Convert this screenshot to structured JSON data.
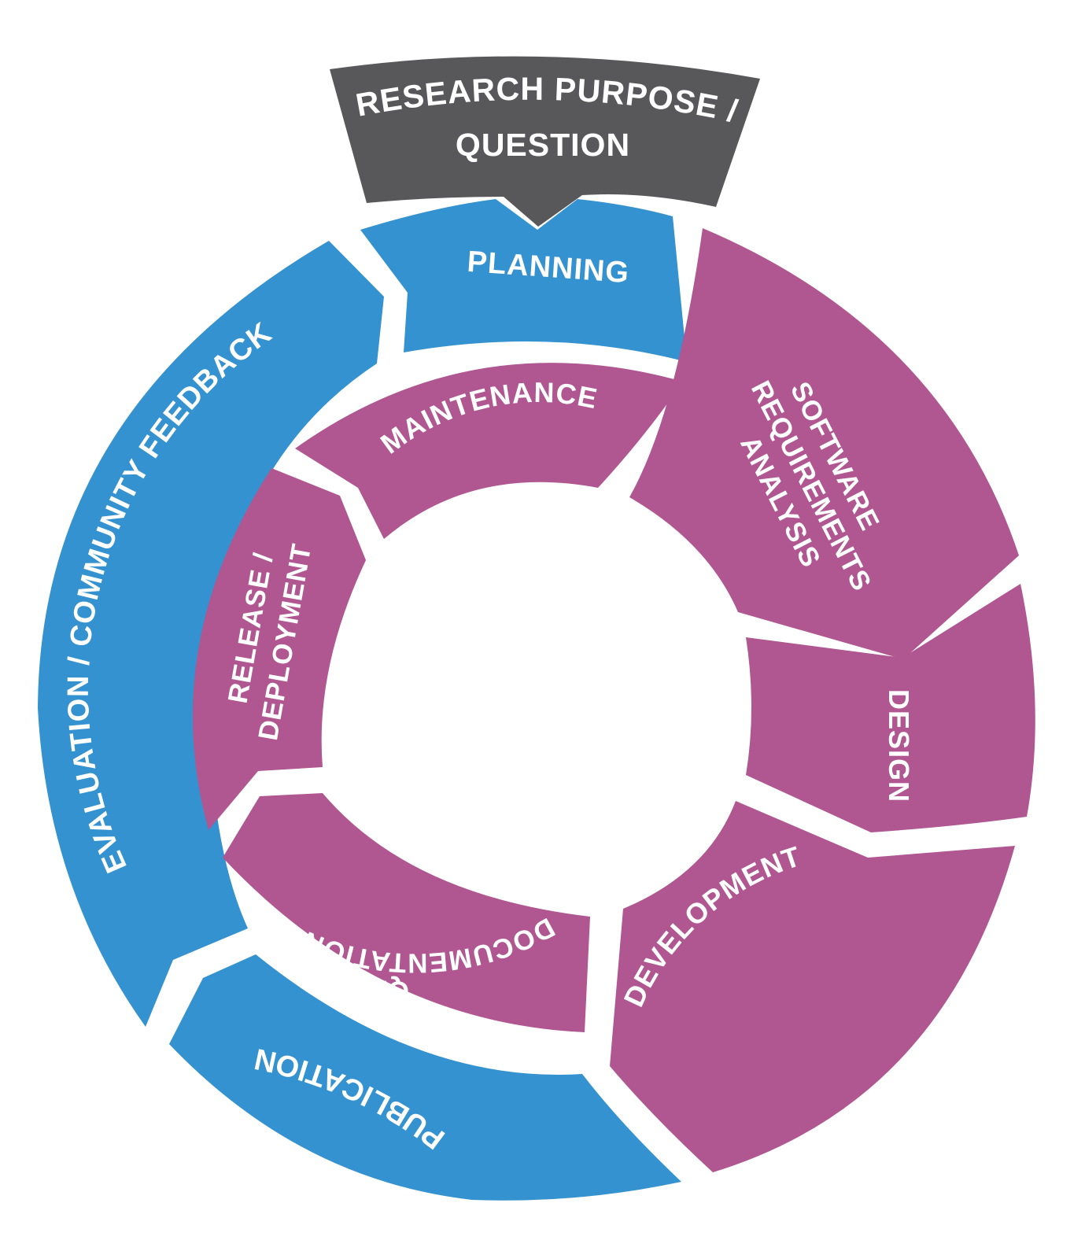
{
  "colors": {
    "header": "#58585a",
    "outer_ring": "#3592d0",
    "inner_ring": "#b05690",
    "text": "#ffffff",
    "background": "#ffffff"
  },
  "header": {
    "line1": "RESEARCH PURPOSE /",
    "line2": "QUESTION"
  },
  "outer_ring": {
    "planning": "PLANNING",
    "evaluation": "EVALUATION / COMMUNITY FEEDBACK",
    "publication": "PUBLICATION"
  },
  "purple_cycle": {
    "requirements": [
      "SOFTWARE",
      "REQUIREMENTS",
      "ANALYSIS"
    ],
    "design": "DESIGN",
    "development": "DEVELOPMENT",
    "qa": [
      "QA &",
      "DOCUMENTATION"
    ],
    "release": [
      "RELEASE /",
      "DEPLOYMENT"
    ],
    "maintenance": "MAINTENANCE"
  }
}
